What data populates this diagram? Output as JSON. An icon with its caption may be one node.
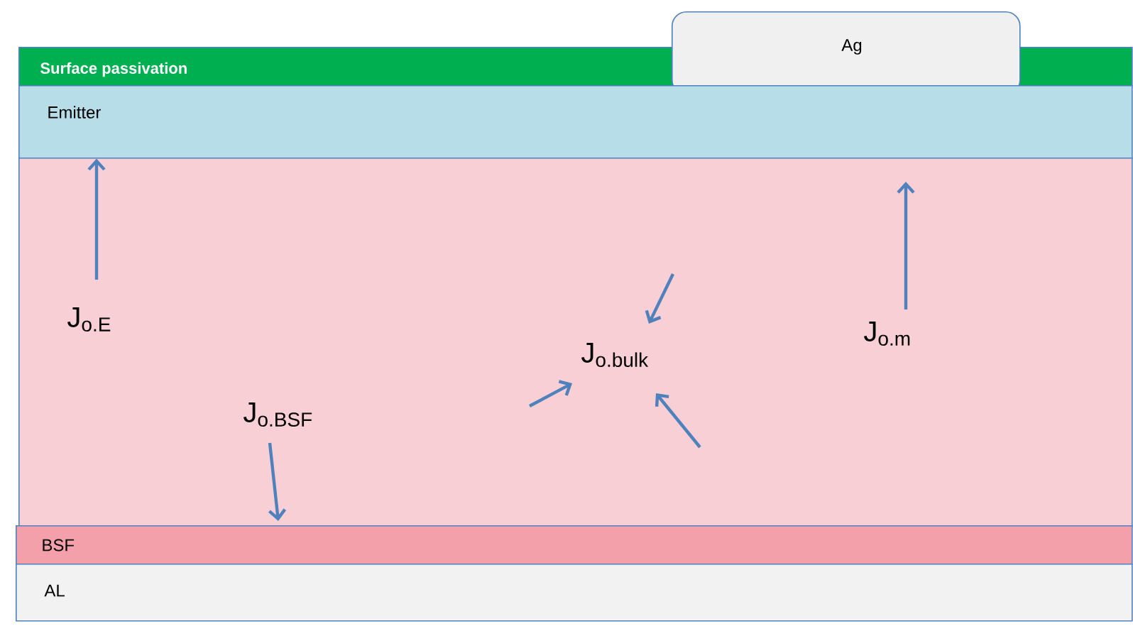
{
  "diagram": {
    "nodes": [
      {
        "text": [
          "Surface passivation"
        ]
      },
      {
        "text": [
          "Ag"
        ]
      },
      {
        "text": [
          "Emitter"
        ]
      },
      {
        "text": [],
        "shape": "box"
      },
      {
        "text": [
          "BSF"
        ]
      },
      {
        "text": [
          "AL"
        ]
      },
      {
        "text": [
          "J$_{o.E}$"
        ],
        "in": 3
      },
      {
        "text": [
          "J$_{o.BSF}$"
        ],
        "in": 3
      },
      {
        "text": [
          "J$_{o.bulk}$"
        ],
        "in": 3
      },
      {
        "text": [
          "J$_{o.m}$"
        ],
        "in": 3
      }
    ],
    "edges": [
      {
        "from": 6,
        "to": 2,
        "arrow": "to"
      },
      {
        "from": 7,
        "to": 4,
        "arrow": "to"
      },
      {
        "from": 9,
        "to": null,
        "arrow": "to"
      },
      {
        "from": null,
        "to": 8,
        "arrow": "to"
      },
      {
        "from": null,
        "to": 8,
        "arrow": "to"
      },
      {
        "from": null,
        "to": 8,
        "arrow": "to"
      }
    ]
  }
}
